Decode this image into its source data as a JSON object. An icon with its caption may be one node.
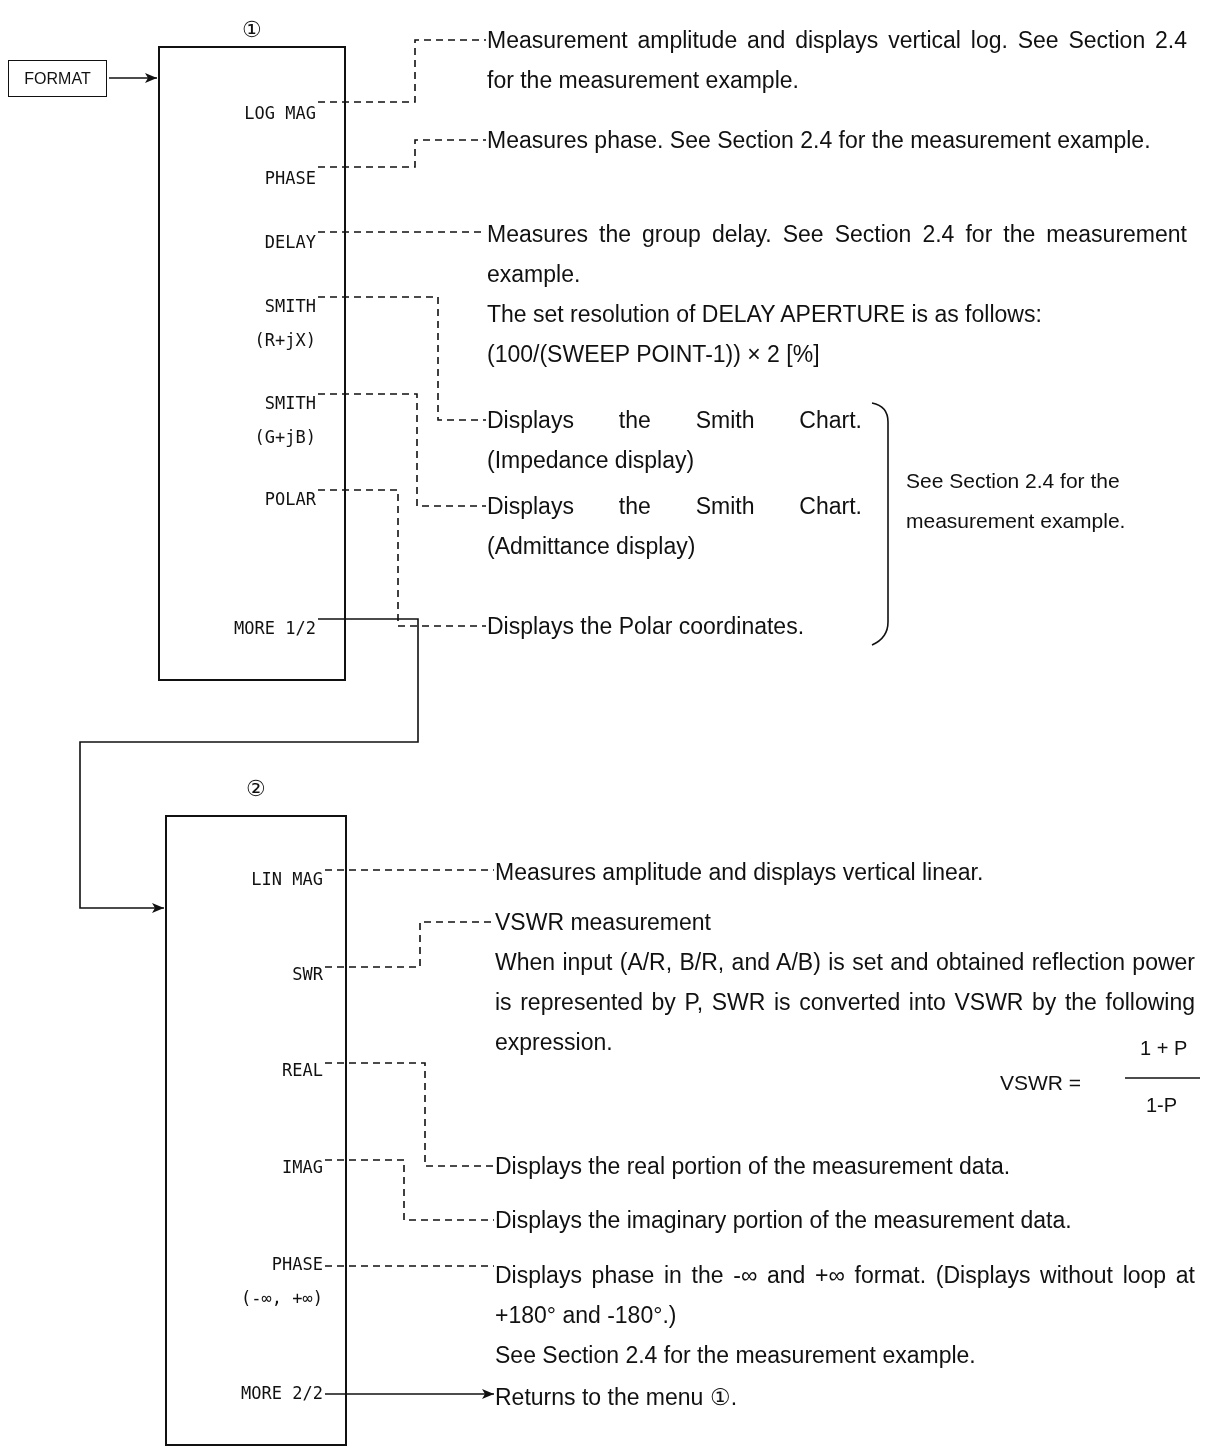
{
  "diagram": {
    "nodes": [
      {
        "text": [
          "FORMAT"
        ]
      },
      {
        "text": [
          "①"
        ]
      },
      {
        "text": [
          "LOG MAG"
        ],
        "in": 1
      },
      {
        "text": [
          "PHASE"
        ],
        "in": 1
      },
      {
        "text": [
          "DELAY"
        ],
        "in": 1
      },
      {
        "text": [
          "SMITH (R+jX)"
        ],
        "in": 1
      },
      {
        "text": [
          "SMITH (G+jB)"
        ],
        "in": 1
      },
      {
        "text": [
          "POLAR"
        ],
        "in": 1
      },
      {
        "text": [
          "MORE 1/2"
        ],
        "in": 1
      },
      {
        "text": [
          "Measurement amplitude and displays vertical log. See Section 2.4 for the measurement example."
        ]
      },
      {
        "text": [
          "Measures phase. See Section 2.4 for the measurement example."
        ]
      },
      {
        "text": [
          "Measures the group delay. See Section 2.4 for the measurement example.",
          "The set resolution of DELAY APERTURE is as follows:",
          "(100/(SWEEP POINT-1)) × 2 [%]"
        ]
      },
      {
        "text": [
          "Displays the Smith Chart. (Impedance display)"
        ]
      },
      {
        "text": [
          "Displays the Smith Chart. (Admittance display)"
        ]
      },
      {
        "text": [
          "Displays the Polar coordinates."
        ]
      },
      {
        "text": [
          "②"
        ]
      },
      {
        "text": [
          "LIN MAG"
        ],
        "in": 15
      },
      {
        "text": [
          "SWR"
        ],
        "in": 15
      },
      {
        "text": [
          "REAL"
        ],
        "in": 15
      },
      {
        "text": [
          "IMAG"
        ],
        "in": 15
      },
      {
        "text": [
          "PHASE (-∞, +∞)"
        ],
        "in": 15
      },
      {
        "text": [
          "MORE 2/2"
        ],
        "in": 15
      },
      {
        "text": [
          "Measures amplitude and displays vertical linear."
        ]
      },
      {
        "text": [
          "VSWR measurement",
          "When input (A/R, B/R, and A/B) is set and obtained reflection power is represented by P, SWR is converted into VSWR by the following expression."
        ]
      },
      {
        "text": [
          "Displays the real portion of the measurement data."
        ]
      },
      {
        "text": [
          "Displays the imaginary portion of the measurement data."
        ]
      },
      {
        "text": [
          "Displays phase in the -∞ and +∞ format. (Displays without loop at +180° and -180°.)",
          "See Section 2.4 for the measurement example."
        ]
      },
      {
        "text": [
          "Returns to the menu ①."
        ]
      }
    ],
    "edges": [
      {
        "from": 0,
        "to": 1,
        "arrow": "to"
      },
      {
        "from": 2,
        "to": 9,
        "arrow": "none",
        "style": "dashed"
      },
      {
        "from": 3,
        "to": 10,
        "arrow": "none",
        "style": "dashed"
      },
      {
        "from": 4,
        "to": 11,
        "arrow": "none",
        "style": "dashed"
      },
      {
        "from": 5,
        "to": 12,
        "arrow": "none",
        "style": "dashed"
      },
      {
        "from": 6,
        "to": 13,
        "arrow": "none",
        "style": "dashed"
      },
      {
        "from": 7,
        "to": 14,
        "arrow": "none",
        "style": "dashed"
      },
      {
        "from": 8,
        "to": 15,
        "arrow": "to"
      },
      {
        "from": 16,
        "to": 22,
        "arrow": "none",
        "style": "dashed"
      },
      {
        "from": 17,
        "to": 23,
        "arrow": "none",
        "style": "dashed"
      },
      {
        "from": 18,
        "to": 24,
        "arrow": "none",
        "style": "dashed"
      },
      {
        "from": 19,
        "to": 25,
        "arrow": "none",
        "style": "dashed"
      },
      {
        "from": 20,
        "to": 26,
        "arrow": "none",
        "style": "dashed"
      },
      {
        "from": 21,
        "to": 27,
        "arrow": "to"
      }
    ],
    "labels": [
      "See Section 2.4 for the measurement example.",
      "VSWR =",
      "1 + P",
      "1-P"
    ]
  }
}
